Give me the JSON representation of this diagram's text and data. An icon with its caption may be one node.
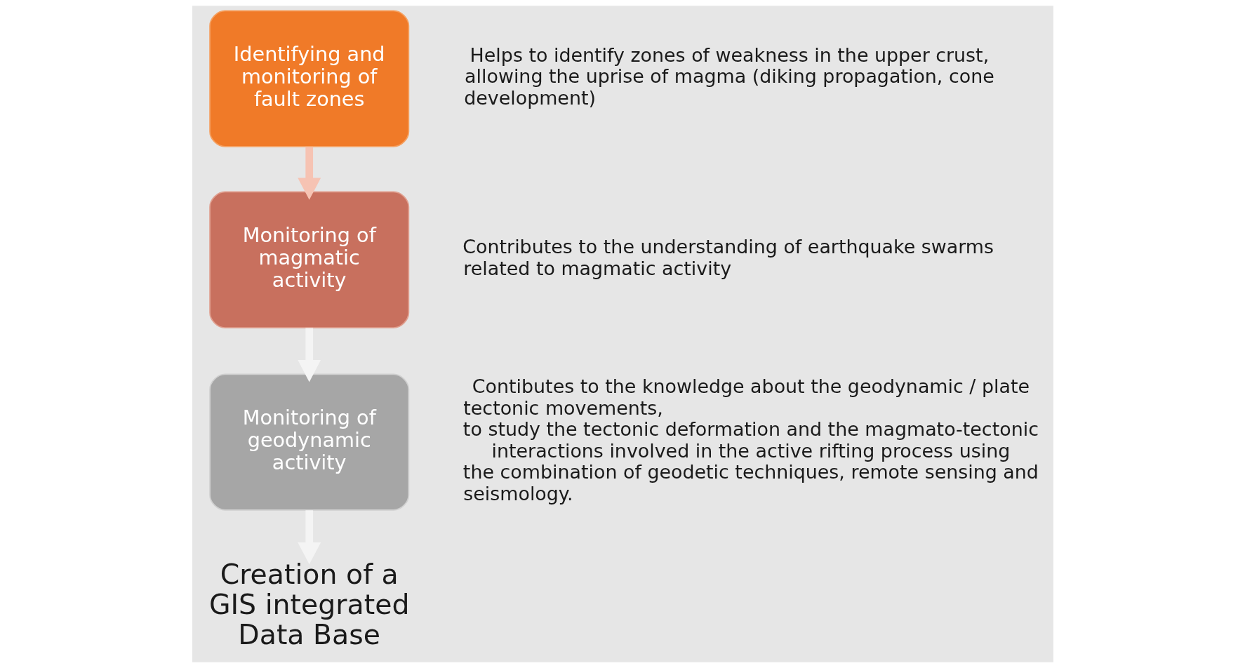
{
  "diagram": {
    "nodes": [
      {
        "text": [
          "Identifying and monitoring of fault zones"
        ],
        "beside": [
          "Helps to identify zones of weakness in the upper crust, allowing the uprise of magma (diking propagation, cone development)"
        ]
      },
      {
        "text": [
          "Monitoring of magmatic activity"
        ],
        "beside": [
          "Contributes to the understanding of earthquake swarms related to magmatic activity"
        ]
      },
      {
        "text": [
          "Monitoring of geodynamic activity"
        ],
        "beside": [
          "Contibutes to the knowledge about the geodynamic / plate tectonic movements,",
          "to study the tectonic deformation and the magmato-tectonic interactions involved in the active rifting process using the combination of geodetic techniques, remote sensing and seismology."
        ]
      },
      {
        "text": [
          "Creation of a GIS integrated Data Base"
        ]
      }
    ],
    "edges": [
      {
        "from": 0,
        "to": 1,
        "arrow": "to",
        "color": "#f6c3b3"
      },
      {
        "from": 1,
        "to": 2,
        "arrow": "to"
      },
      {
        "from": 2,
        "to": 3,
        "arrow": "to"
      }
    ]
  }
}
